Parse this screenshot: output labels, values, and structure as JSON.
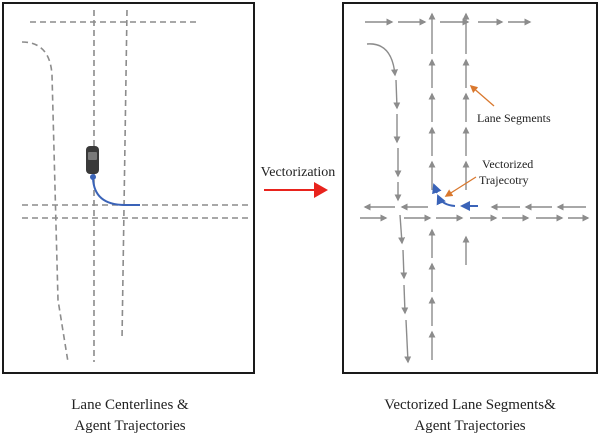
{
  "arrow_label": "Vectorization",
  "left_panel": {
    "caption_line1": "Lane Centerlines &",
    "caption_line2": "Agent Trajectories"
  },
  "right_panel": {
    "annotation_lane_segments": "Lane Segments",
    "annotation_trajectory_line1": "Vectorized",
    "annotation_trajectory_line2": "Trajecotry",
    "caption_line1": "Vectorized Lane Segments&",
    "caption_line2": "Agent Trajectories"
  },
  "colors": {
    "lane": "#8c8c8c",
    "trajectory": "#3a63b8",
    "arrow": "#e8231d",
    "annotation_arrow": "#d9782e",
    "vehicle": "#3a3a3a",
    "border": "#1a1a1a"
  }
}
